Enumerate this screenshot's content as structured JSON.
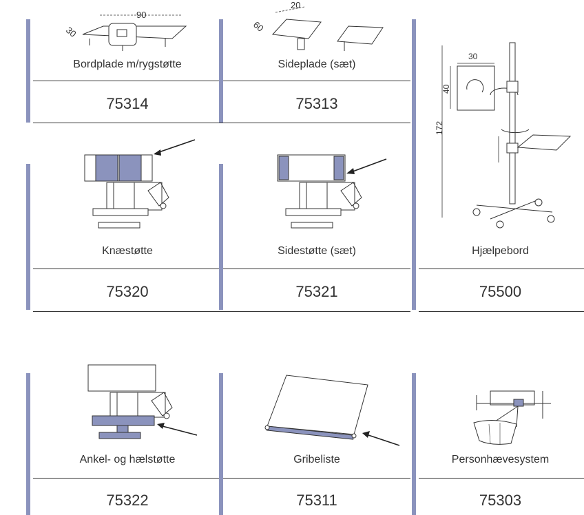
{
  "accent_color": "#8b93bd",
  "products": [
    {
      "name": "Bordplade m/rygstøtte",
      "code": "75314",
      "dims": [
        "90",
        "30"
      ]
    },
    {
      "name": "Sideplade (sæt)",
      "code": "75313",
      "dims": [
        "20",
        "60"
      ]
    },
    {
      "name": "Knæstøtte",
      "code": "75320"
    },
    {
      "name": "Sidestøtte (sæt)",
      "code": "75321"
    },
    {
      "name": "Hjælpebord",
      "code": "75500",
      "dims": [
        "30",
        "40",
        "172"
      ]
    },
    {
      "name": "Ankel- og hælstøtte",
      "code": "75322"
    },
    {
      "name": "Gribeliste",
      "code": "75311"
    },
    {
      "name": "Personhævesystem",
      "code": "75303"
    }
  ]
}
